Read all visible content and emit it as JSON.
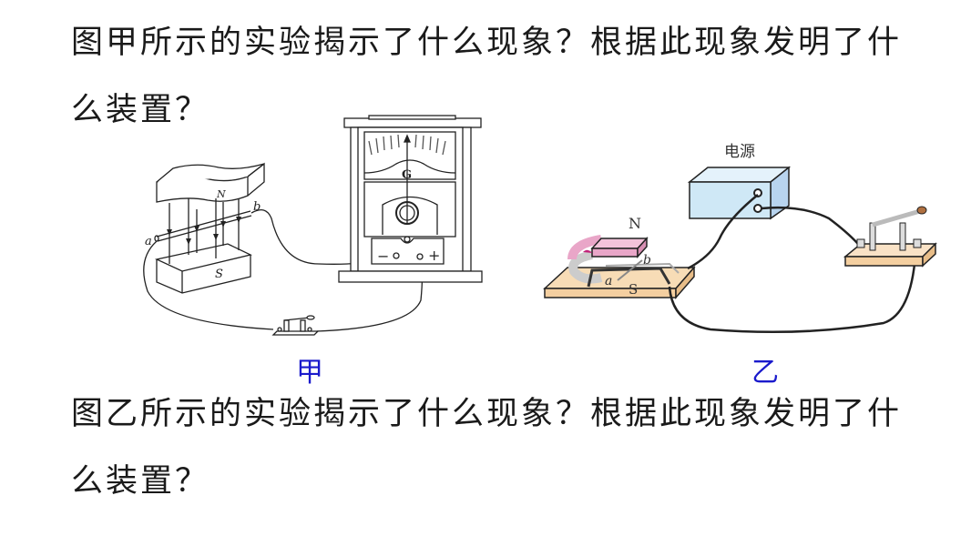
{
  "question_1": {
    "line1": "图甲所示的实验揭示了什么现象？根据此现象发明了什",
    "line2": "么装置？"
  },
  "question_2": {
    "line1": "图乙所示的实验揭示了什么现象？根据此现象发明了什",
    "line2": "么装置？"
  },
  "figure_jia": {
    "caption": "甲",
    "magnet_top_label": "N",
    "magnet_bottom_label": "S",
    "wire_end_a": "a",
    "wire_end_b": "b",
    "meter_label": "G",
    "terminal_minus": "−",
    "terminal_plus": "+"
  },
  "figure_yi": {
    "caption": "乙",
    "power_label": "电源",
    "magnet_n_label": "N",
    "magnet_s_label": "S",
    "rod_a": "a",
    "rod_b": "b",
    "colors": {
      "power_box": "#cfe8f6",
      "magnet": "#e9a6c8",
      "board": "#f4cfa0"
    }
  }
}
